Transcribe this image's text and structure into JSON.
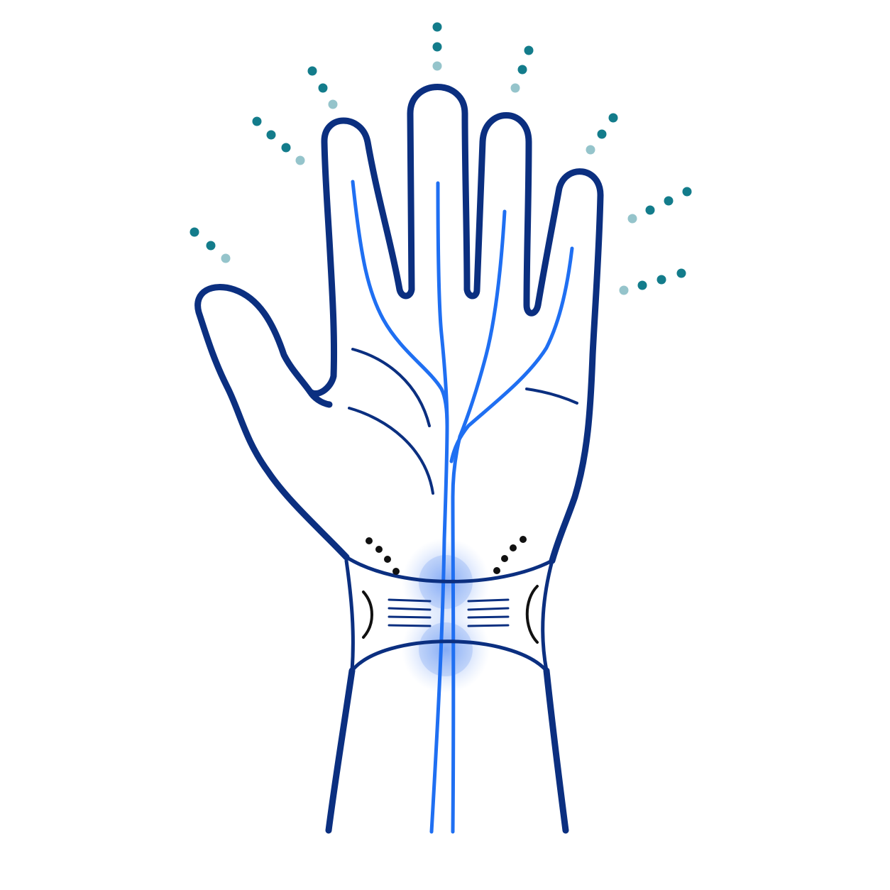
{
  "illustration": {
    "subject": "hand-with-wrist-band",
    "colors": {
      "outline": "#0b2f80",
      "nerve": "#1f6ff2",
      "glow": "#3f7cf0",
      "tingle_dots": "#137c8b",
      "bracket": "#111111"
    },
    "tingle_rays": 8,
    "wrist_markers": [
      "left-dots",
      "right-dots"
    ]
  }
}
